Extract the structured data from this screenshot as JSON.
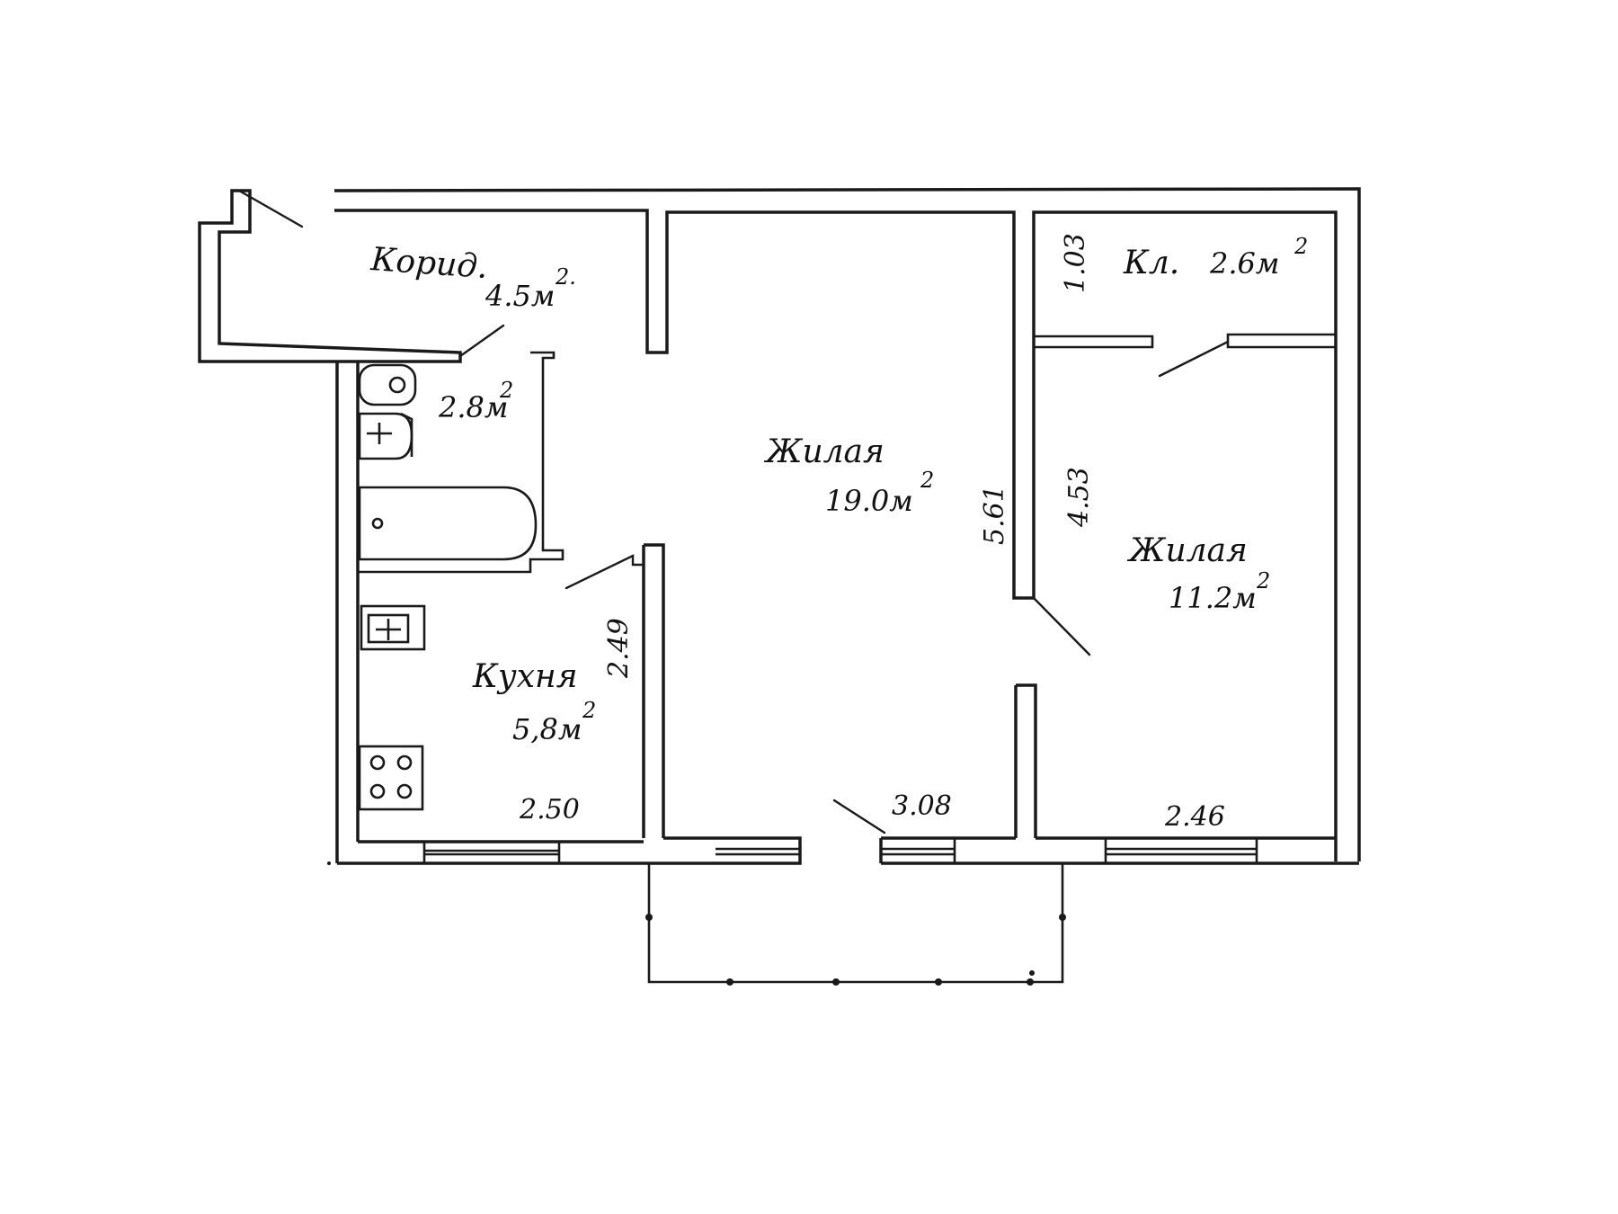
{
  "plan": {
    "rooms": {
      "corridor": {
        "name": "Корид.",
        "area": "4.5м",
        "area_sup": "2."
      },
      "bathroom": {
        "area": "2.8м",
        "area_sup": "2"
      },
      "living_big": {
        "name": "Жилая",
        "area": "19.0м",
        "area_sup": "2"
      },
      "storage": {
        "name": "Кл.",
        "area": "2.6м",
        "area_sup": "2"
      },
      "living_small": {
        "name": "Жилая",
        "area": "11.2м",
        "area_sup": "2"
      },
      "kitchen": {
        "name": "Кухня",
        "area": "5,8м",
        "area_sup": "2"
      }
    },
    "dimensions": {
      "kitchen_depth": "2.49",
      "kitchen_width": "2.50",
      "living_big_width": "3.08",
      "living_big_depth": "5.61",
      "storage_depth": "1.03",
      "living_small_depth": "4.53",
      "living_small_width": "2.46"
    }
  }
}
